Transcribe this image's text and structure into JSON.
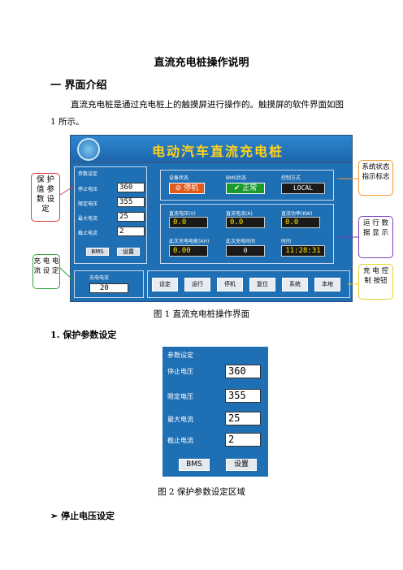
{
  "doc": {
    "title": "直流充电桩操作说明",
    "section1": "一  界面介绍",
    "para1": "直流充电桩是通过充电桩上的触摸屏进行操作的。触摸屏的软件界面如图 1 所示。",
    "fig1_caption": "图 1  直流充电桩操作界面",
    "section2": "1.  保护参数设定",
    "fig2_caption": "图 2  保护参数设定区域",
    "subsection": "停止电压设定"
  },
  "hmi": {
    "banner_title": "电动汽车直流充电桩",
    "params": {
      "header": "参数设定",
      "rows": [
        {
          "label": "停止电压",
          "value": "360"
        },
        {
          "label": "限定电压",
          "value": "355"
        },
        {
          "label": "最大电流",
          "value": "25"
        },
        {
          "label": "截止电流",
          "value": "2"
        }
      ],
      "bms_btn": "BMS",
      "set_btn": "设置"
    },
    "status": {
      "device_label": "设备状态",
      "device_value": "停机",
      "bms_label": "BMS状态",
      "bms_value": "正常",
      "control_label": "控制方式",
      "control_value": "LOCAL"
    },
    "run": {
      "dc_voltage_label": "直流电压(V)",
      "dc_voltage": "0.0",
      "dc_current_label": "直流电流(A)",
      "dc_current": "0.0",
      "dc_power_label": "直流功率(KW)",
      "dc_power": "0.0",
      "energy_label": "此次充电电能(AH)",
      "energy": "0.00",
      "duration_label": "此次充电时间",
      "duration": "0",
      "time_label": "时间",
      "time": "11:28:31"
    },
    "charge_current": {
      "label": "充电电流",
      "value": "20"
    },
    "buttons": [
      "设定",
      "运行",
      "停机",
      "复位",
      "系统",
      "本地"
    ]
  },
  "callouts": {
    "protect": "保 护 值 参 数 设 定",
    "charge": "充 电 电 流 设 定",
    "status": "系统状态指示标志",
    "run": "运 行 数 据 显 示",
    "buttons": "充 电 控 制 按钮"
  },
  "fig2": {
    "header": "参数设定",
    "rows": [
      {
        "label": "停止电压",
        "value": "360"
      },
      {
        "label": "限定电压",
        "value": "355"
      },
      {
        "label": "最大电流",
        "value": "25"
      },
      {
        "label": "截止电流",
        "value": "2"
      }
    ],
    "bms_btn": "BMS",
    "set_btn": "设置"
  },
  "colors": {
    "panel": "#1f6fb4",
    "banner_text": "#ffd21a",
    "stop": "#e25a1c",
    "ok": "#1a9a2c",
    "readout": "#ffe600"
  }
}
